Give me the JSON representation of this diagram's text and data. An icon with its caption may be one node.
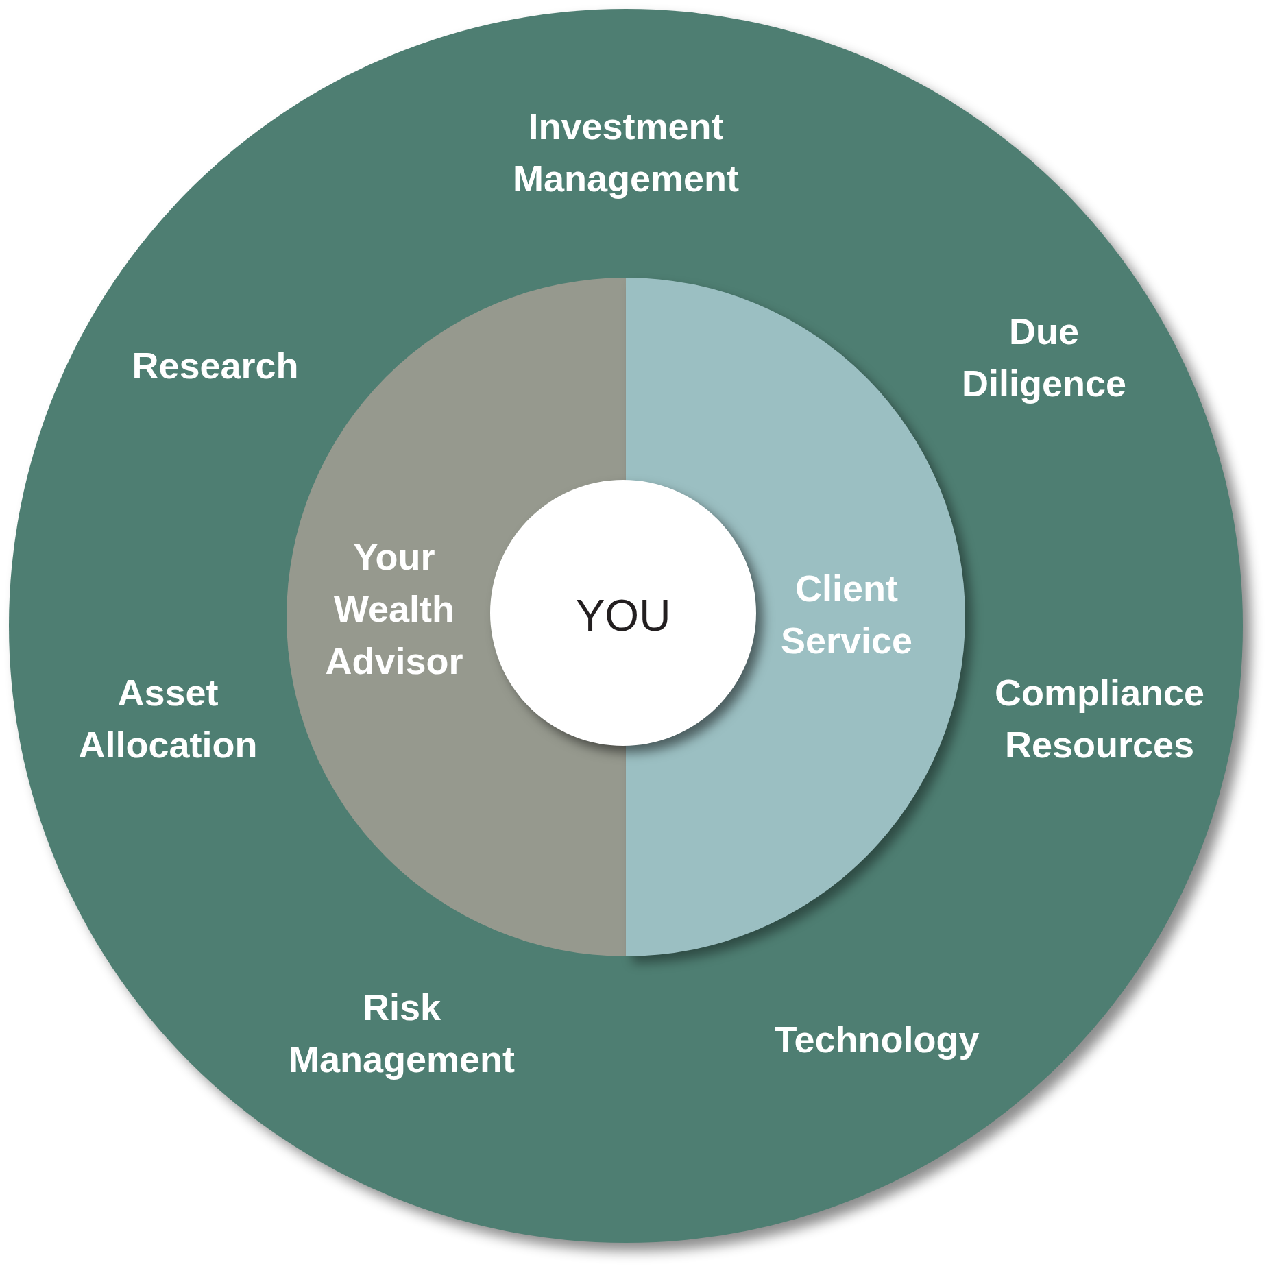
{
  "diagram": {
    "nodes": [
      {
        "text": [
          "Investment Management",
          "Research",
          "Due Diligence",
          "Asset Allocation",
          "Compliance Resources",
          "Risk Management",
          "Technology"
        ]
      },
      {
        "text": [
          "Your Wealth Advisor"
        ],
        "in": 0
      },
      {
        "text": [
          "Client Service"
        ],
        "in": 0
      },
      {
        "text": [
          "YOU"
        ],
        "in": 0
      }
    ]
  }
}
